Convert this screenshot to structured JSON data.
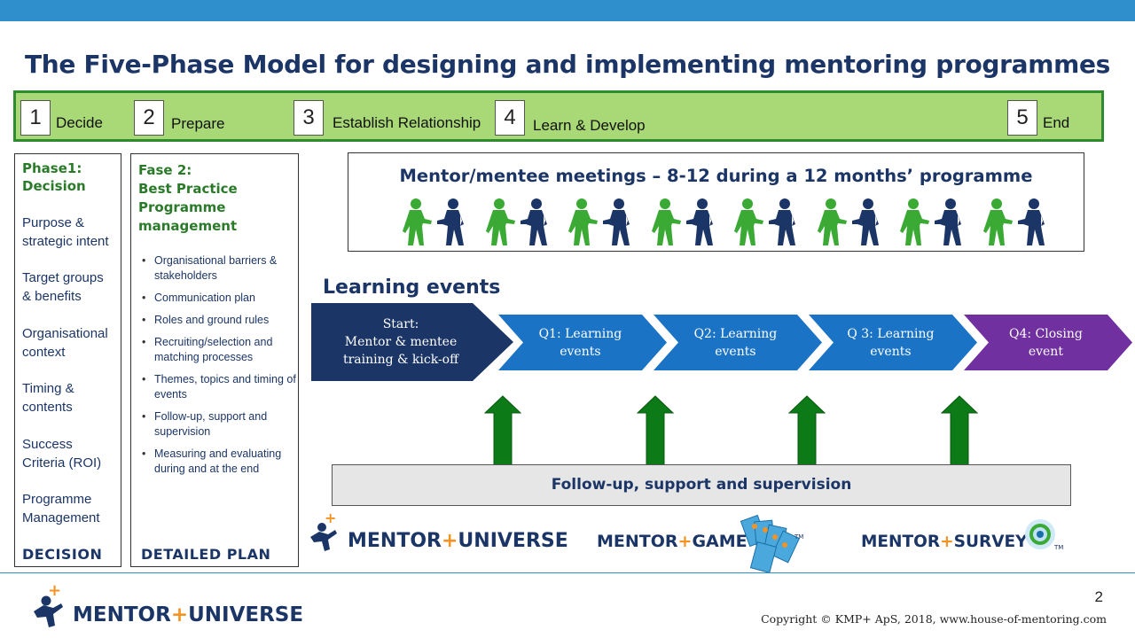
{
  "title": "The Five-Phase Model for designing and implementing mentoring programmes",
  "phases": [
    {
      "num": "1",
      "label": "Decide"
    },
    {
      "num": "2",
      "label": "Prepare"
    },
    {
      "num": "3",
      "label": "Establish Relationship"
    },
    {
      "num": "4",
      "label": "Learn & Develop"
    },
    {
      "num": "5",
      "label": "End"
    }
  ],
  "phase1": {
    "heading_line1": "Phase1:",
    "heading_line2": "Decision",
    "items": [
      [
        "Purpose &",
        "strategic intent"
      ],
      [
        "Target groups",
        "& benefits"
      ],
      [
        "Organisational",
        "context"
      ],
      [
        "Timing &",
        "contents"
      ],
      [
        "Success",
        "Criteria (ROI)"
      ],
      [
        "Programme",
        "Management"
      ]
    ],
    "footer": "DECISION"
  },
  "phase2": {
    "heading_lines": [
      "Fase 2:",
      "Best Practice",
      "Programme",
      "management"
    ],
    "bullets": [
      "Organisational barriers & stakeholders",
      "Communication plan",
      "Roles and ground rules",
      "Recruiting/selection and matching processes",
      "Themes, topics and timing of events",
      "Follow-up, support and supervision",
      "Measuring and evaluating during and at the end"
    ],
    "footer": "DETAILED PLAN"
  },
  "meetings": {
    "heading": "Mentor/mentee meetings – 8-12 during a 12 months’ programme",
    "pair_count": 8,
    "colors": {
      "mentee": "#3aaa35",
      "mentor": "#1b3566"
    }
  },
  "learning_events": {
    "title": "Learning events",
    "steps": [
      {
        "lines": [
          "Start:",
          "Mentor & mentee",
          "training & kick-off"
        ],
        "color": "#1b3566"
      },
      {
        "lines": [
          "Q1: Learning",
          "events"
        ],
        "color": "#1a73c4"
      },
      {
        "lines": [
          "Q2: Learning",
          "events"
        ],
        "color": "#1a73c4"
      },
      {
        "lines": [
          "Q 3: Learning",
          "events"
        ],
        "color": "#1a73c4"
      },
      {
        "lines": [
          "Q4: Closing",
          "event"
        ],
        "color": "#7030a0"
      }
    ]
  },
  "follow_up": {
    "label": "Follow-up, support and supervision",
    "arrow_count": 4,
    "arrow_color": "#0c7a16"
  },
  "logos": {
    "universe": {
      "part1": "MENTOR",
      "plus": "+",
      "part2": "UNIVERSE"
    },
    "game": {
      "part1": "MENTOR",
      "plus": "+",
      "part2": "GAME",
      "tm": "TM"
    },
    "survey": {
      "part1": "MENTOR",
      "plus": "+",
      "part2": "SURVEY",
      "tm": "TM"
    }
  },
  "footer": {
    "page_number": "2",
    "copyright": "Copyright © KMP+ ApS, 2018, www.house-of-mentoring.com"
  },
  "colors": {
    "navy": "#1b3566",
    "green": "#2a7a2a",
    "orange": "#f39323",
    "topbar": "#2e8fcc"
  }
}
